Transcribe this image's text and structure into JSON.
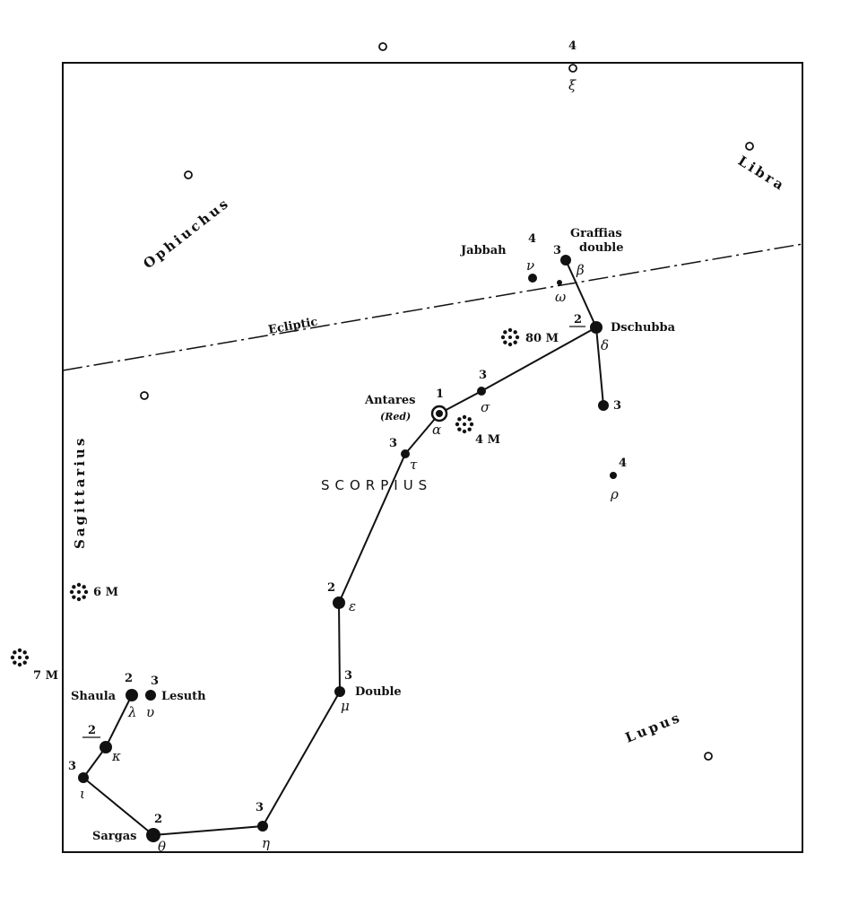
{
  "title": "SCORPIUS",
  "constellations": {
    "ophiuchus": "Ophiuchus",
    "libra": "Libra",
    "sagittarius": "Sagittarius",
    "lupus": "Lupus"
  },
  "ecliptic": "Ecliptic",
  "stars": {
    "graffias": {
      "name": "Graffias",
      "note": "double",
      "greek": "β",
      "mag": "3"
    },
    "jabbah": {
      "name": "Jabbah",
      "greek": "ν",
      "mag": "4"
    },
    "omega": {
      "greek": "ω"
    },
    "dschubba": {
      "name": "Dschubba",
      "greek": "δ",
      "mag": "2"
    },
    "pi": {
      "mag": "3"
    },
    "sigma": {
      "greek": "σ",
      "mag": "3"
    },
    "antares": {
      "name": "Antares",
      "note": "(Red)",
      "greek": "α",
      "mag": "1"
    },
    "tau": {
      "greek": "τ",
      "mag": "3"
    },
    "rho": {
      "greek": "ρ",
      "mag": "4"
    },
    "epsilon": {
      "greek": "ε",
      "mag": "2"
    },
    "mu": {
      "name": "Double",
      "greek": "μ",
      "mag": "3"
    },
    "eta": {
      "greek": "η",
      "mag": "3"
    },
    "sargas": {
      "name": "Sargas",
      "greek": "θ",
      "mag": "2"
    },
    "iota": {
      "greek": "ι",
      "mag": "3"
    },
    "kappa": {
      "greek": "κ",
      "mag": "2"
    },
    "shaula": {
      "name": "Shaula",
      "greek": "λ",
      "mag": "2"
    },
    "lesuth": {
      "name": "Lesuth",
      "greek": "υ",
      "mag": "3"
    },
    "xi": {
      "greek": "ξ",
      "mag": "4"
    }
  },
  "clusters": {
    "m80": "80 M",
    "m4": "4 M",
    "m6": "6 M",
    "m7": "7 M"
  }
}
